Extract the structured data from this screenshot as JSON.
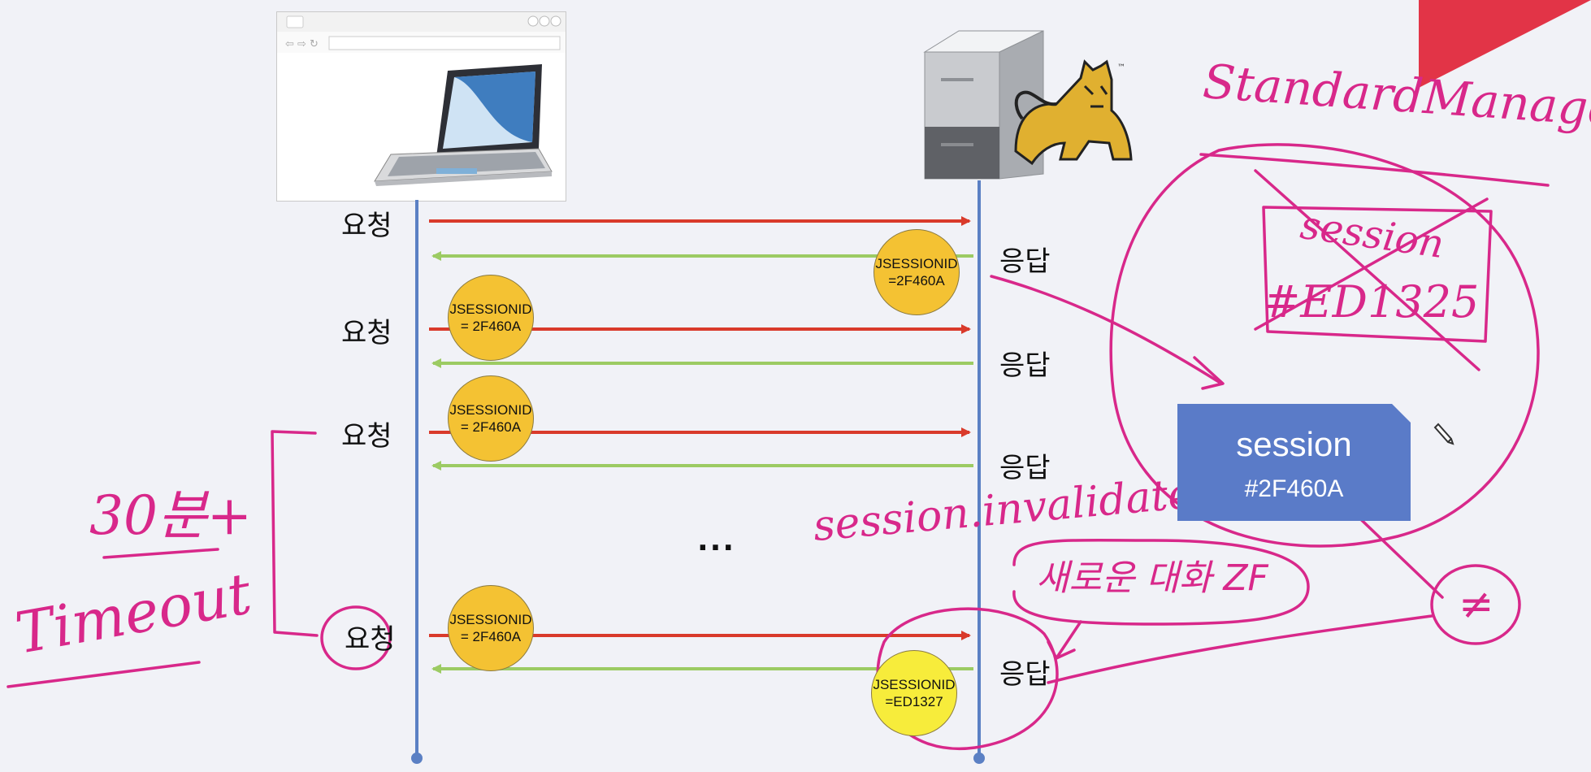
{
  "labels": {
    "request": "요청",
    "response": "응답",
    "ellipsis": "..."
  },
  "badges": {
    "session_line1": "JSESSIONID",
    "session_line2_a": "=2F460A",
    "session_line2_b": "= 2F460A",
    "session_new_line2": "=ED1327"
  },
  "session_card": {
    "title": "session",
    "id": "#2F460A"
  },
  "annotations": {
    "manager": "StandardManager.",
    "old_session": "session",
    "old_id": "#ED1325",
    "invalidate": "session.invalidate()",
    "new_created": "새로운 대화 ZF",
    "timeout_top": "30분+",
    "timeout_bottom": "Timeout",
    "not_equal": "≠"
  },
  "icons": {
    "client": "laptop-browser-icon",
    "server": "tomcat-server-icon",
    "pencil": "pencil-cursor-icon"
  },
  "colors": {
    "request_arrow": "#d93a2b",
    "response_arrow": "#9ccb63",
    "lifeline": "#5b80c4",
    "badge": "#f4c233",
    "badge_new": "#f7ec3b",
    "session_card": "#5a7bc8",
    "ink": "#d8288a",
    "corner": "#e23447"
  }
}
